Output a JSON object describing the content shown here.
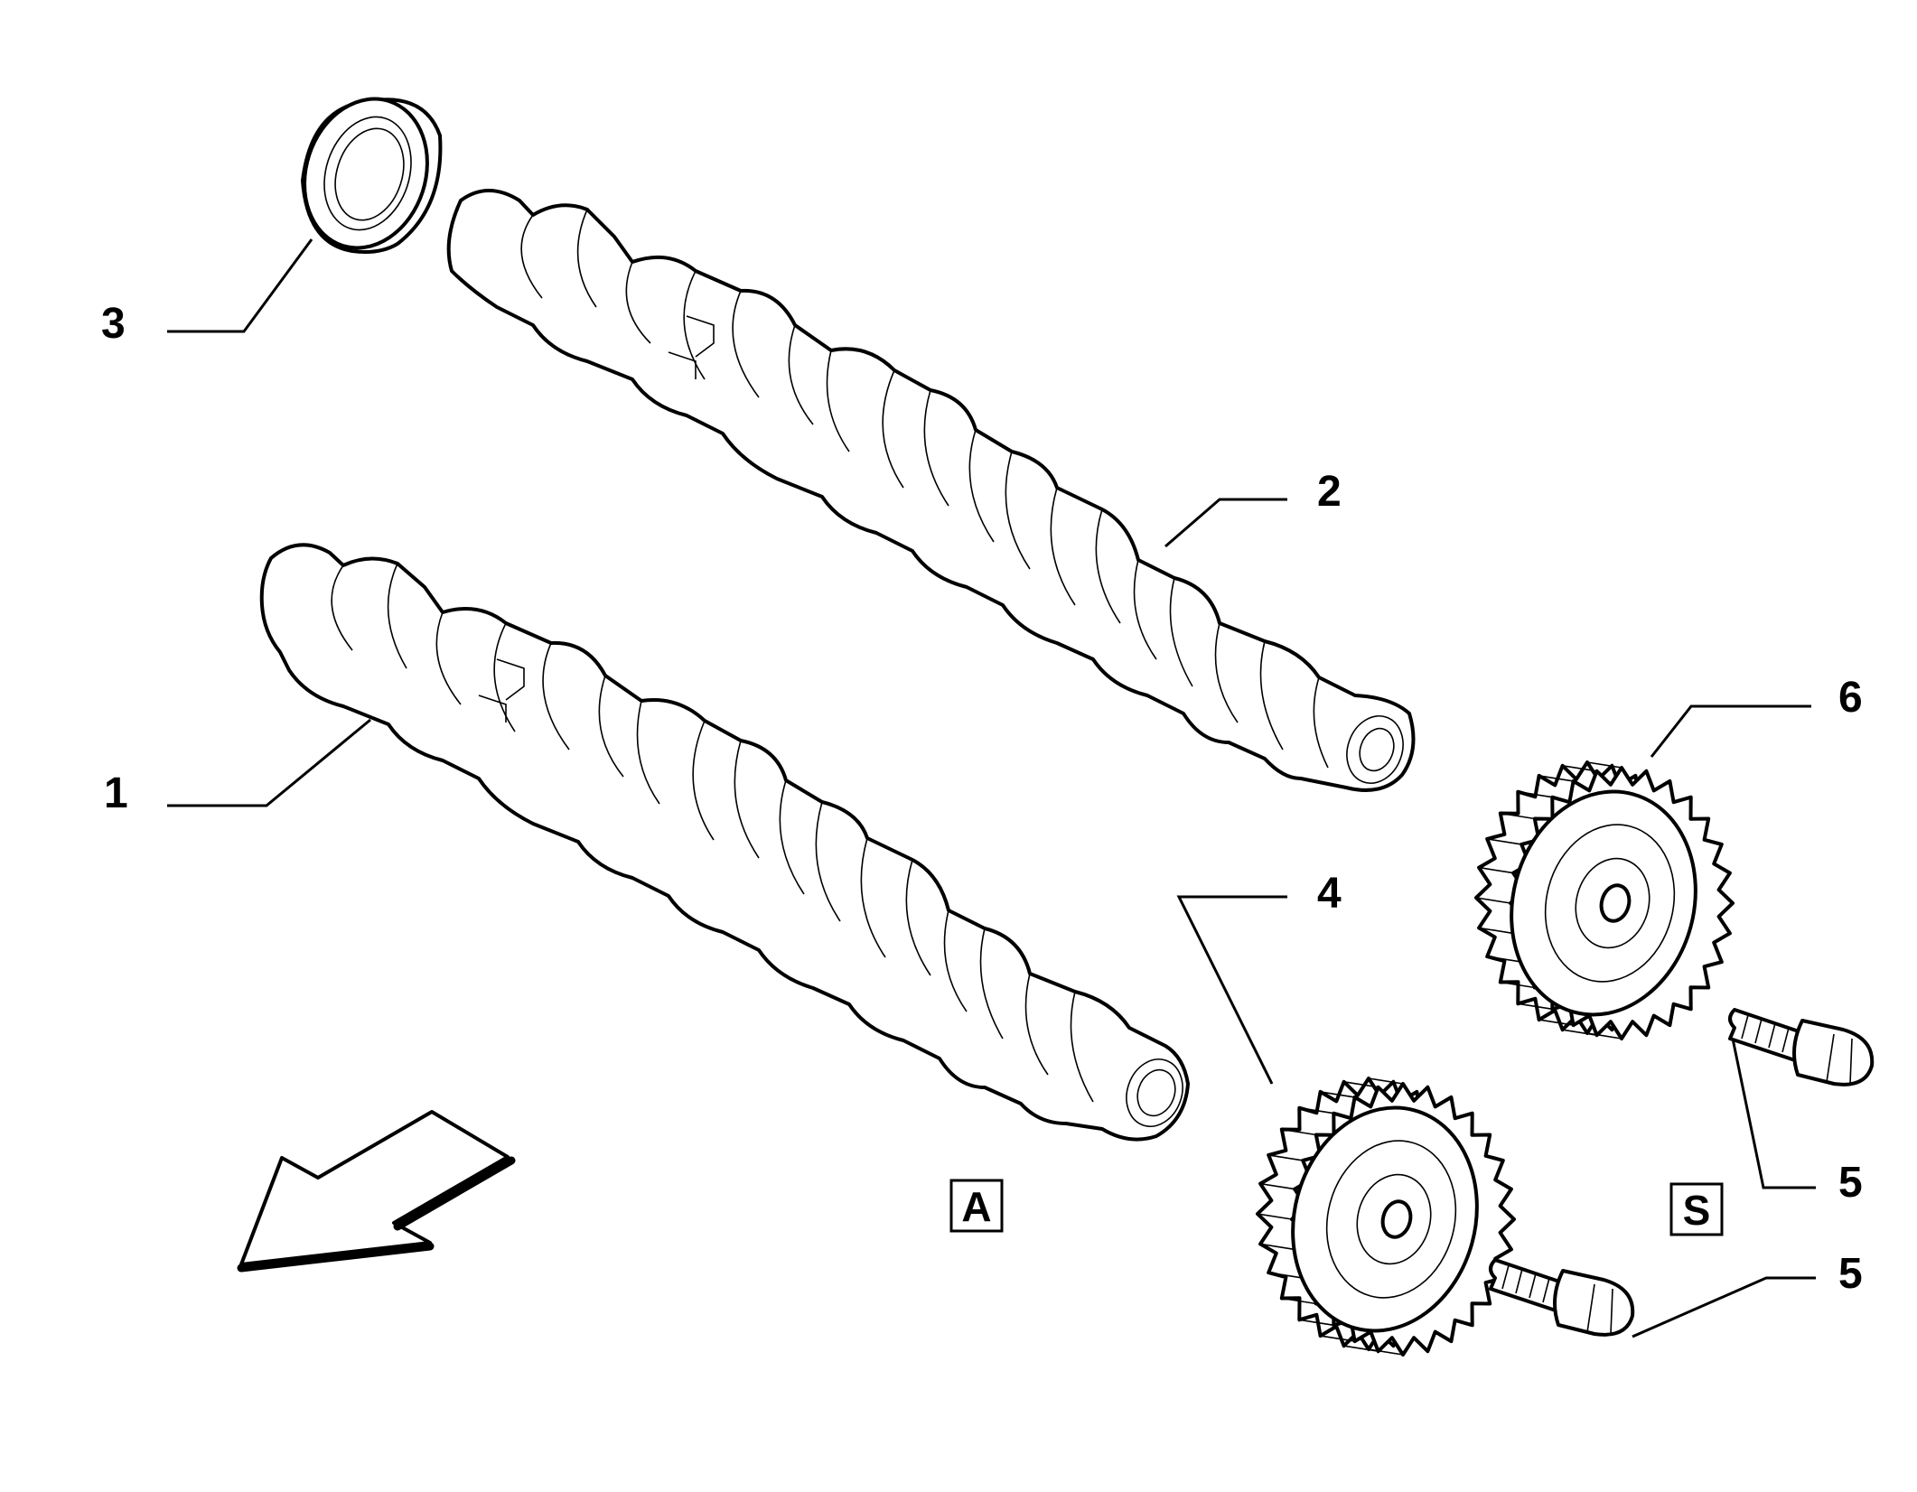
{
  "callouts": {
    "c1": "1",
    "c2": "2",
    "c3": "3",
    "c4": "4",
    "c5a": "5",
    "c5b": "5",
    "c6": "6"
  },
  "boxes": {
    "a": "A",
    "s": "S"
  }
}
